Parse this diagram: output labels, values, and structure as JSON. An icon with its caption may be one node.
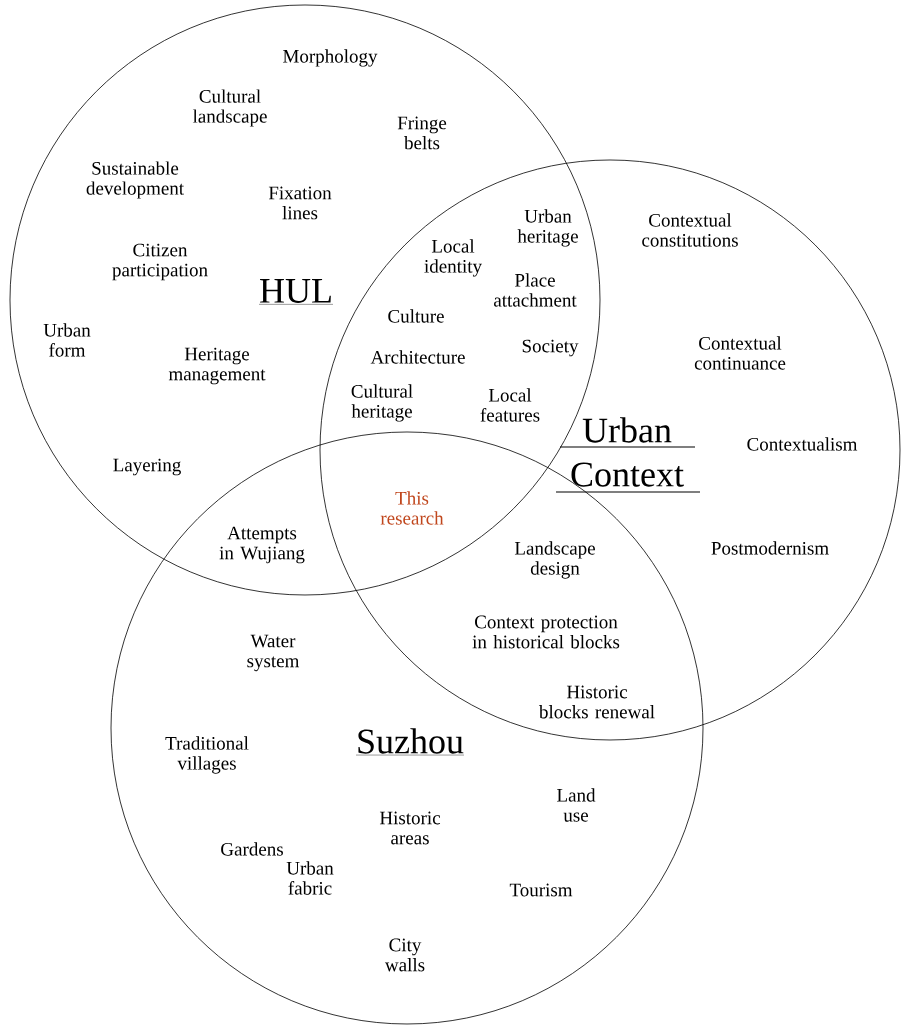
{
  "diagram": {
    "nodes": [
      {
        "text": [
          "HUL"
        ]
      },
      {
        "text": [
          "Urban Context"
        ]
      },
      {
        "text": [
          "Suzhou"
        ]
      }
    ],
    "labels": [
      "Morphology",
      "Cultural landscape",
      "Fringe belts",
      "Sustainable development",
      "Fixation lines",
      "Citizen participation",
      "Urban heritage",
      "Contextual constitutions",
      "Local identity",
      "Place attachment",
      "Urban form",
      "Culture",
      "Heritage management",
      "Architecture",
      "Society",
      "Contextual continuance",
      "Cultural heritage",
      "Local features",
      "Contextualism",
      "Layering",
      "This research",
      "Attempts in Wujiang",
      "Landscape design",
      "Postmodernism",
      "Context protection in historical blocks",
      "Water system",
      "Historic blocks renewal",
      "Traditional villages",
      "Land use",
      "Historic areas",
      "Gardens",
      "Tourism",
      "Urban fabric",
      "City walls"
    ]
  }
}
